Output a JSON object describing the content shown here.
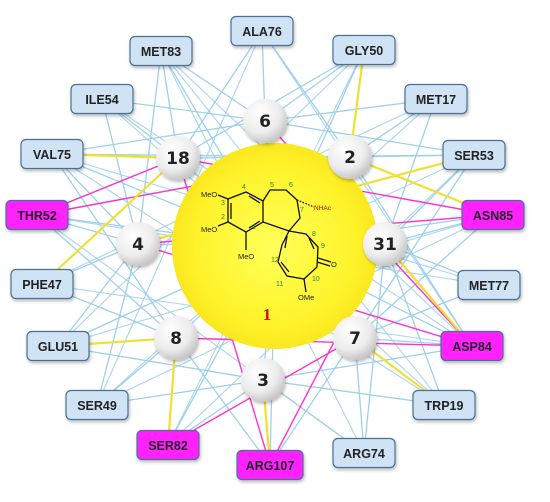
{
  "diagram": {
    "compound": {
      "label": "1",
      "atoms": {
        "methoxy": "MeO",
        "methoxy_right": "OMe",
        "carbonyl": "O",
        "amide": "NHAc"
      },
      "atom_numbers": [
        "1",
        "2",
        "3",
        "4",
        "5",
        "6",
        "7",
        "8",
        "9",
        "10",
        "11",
        "12"
      ]
    },
    "targets": [
      {
        "id": "t6",
        "label": "6"
      },
      {
        "id": "t2",
        "label": "2"
      },
      {
        "id": "t18",
        "label": "18"
      },
      {
        "id": "t4",
        "label": "4"
      },
      {
        "id": "t31",
        "label": "31"
      },
      {
        "id": "t8",
        "label": "8"
      },
      {
        "id": "t7",
        "label": "7"
      },
      {
        "id": "t3",
        "label": "3"
      }
    ],
    "residues": [
      {
        "id": "ala76",
        "label": "ALA76",
        "highlighted": false
      },
      {
        "id": "met83",
        "label": "MET83",
        "highlighted": false
      },
      {
        "id": "gly50",
        "label": "GLY50",
        "highlighted": false
      },
      {
        "id": "ile54",
        "label": "ILE54",
        "highlighted": false
      },
      {
        "id": "met17",
        "label": "MET17",
        "highlighted": false
      },
      {
        "id": "val75",
        "label": "VAL75",
        "highlighted": false
      },
      {
        "id": "ser53",
        "label": "SER53",
        "highlighted": false
      },
      {
        "id": "thr52",
        "label": "THR52",
        "highlighted": true
      },
      {
        "id": "asn85",
        "label": "ASN85",
        "highlighted": true
      },
      {
        "id": "phe47",
        "label": "PHE47",
        "highlighted": false
      },
      {
        "id": "met77",
        "label": "MET77",
        "highlighted": false
      },
      {
        "id": "glu51",
        "label": "GLU51",
        "highlighted": false
      },
      {
        "id": "asp84",
        "label": "ASP84",
        "highlighted": true
      },
      {
        "id": "ser49",
        "label": "SER49",
        "highlighted": false
      },
      {
        "id": "trp19",
        "label": "TRP19",
        "highlighted": false
      },
      {
        "id": "arg74",
        "label": "ARG74",
        "highlighted": false
      },
      {
        "id": "ser82",
        "label": "SER82",
        "highlighted": true
      },
      {
        "id": "arg107",
        "label": "ARG107",
        "highlighted": true
      }
    ],
    "compound_links": [
      [
        "c",
        "t6"
      ],
      [
        "c",
        "t2"
      ],
      [
        "c",
        "t18"
      ],
      [
        "c",
        "t4"
      ],
      [
        "c",
        "t31"
      ],
      [
        "c",
        "t8"
      ],
      [
        "c",
        "t7"
      ],
      [
        "c",
        "t3"
      ],
      [
        "c",
        "gly50"
      ],
      [
        "c",
        "met83"
      ],
      [
        "c",
        "asn85"
      ],
      [
        "c",
        "thr52"
      ],
      [
        "c",
        "asp84"
      ],
      [
        "c",
        "ser82"
      ],
      [
        "c",
        "arg107"
      ],
      [
        "c",
        "glu51"
      ],
      [
        "c",
        "val75"
      ]
    ],
    "target_links": [
      [
        "t6",
        "ala76"
      ],
      [
        "t6",
        "met83"
      ],
      [
        "t6",
        "gly50"
      ],
      [
        "t6",
        "ile54"
      ],
      [
        "t6",
        "ser53"
      ],
      [
        "t6",
        "val75"
      ],
      [
        "t6",
        "met17"
      ],
      [
        "t2",
        "ser53"
      ],
      [
        "t2",
        "gly50"
      ],
      [
        "t2",
        "met17"
      ],
      [
        "t2",
        "asn85"
      ],
      [
        "t2",
        "ala76"
      ],
      [
        "t2",
        "thr52"
      ],
      [
        "t2",
        "val75"
      ],
      [
        "t2",
        "asp84"
      ],
      [
        "t18",
        "ile54"
      ],
      [
        "t18",
        "val75"
      ],
      [
        "t18",
        "met83"
      ],
      [
        "t18",
        "thr52"
      ],
      [
        "t18",
        "ala76"
      ],
      [
        "t18",
        "phe47"
      ],
      [
        "t18",
        "ser53"
      ],
      [
        "t18",
        "gly50"
      ],
      [
        "t4",
        "thr52"
      ],
      [
        "t4",
        "phe47"
      ],
      [
        "t4",
        "glu51"
      ],
      [
        "t4",
        "val75"
      ],
      [
        "t4",
        "ser49"
      ],
      [
        "t4",
        "ile54"
      ],
      [
        "t4",
        "met83"
      ],
      [
        "t31",
        "asn85"
      ],
      [
        "t31",
        "met77"
      ],
      [
        "t31",
        "ser53"
      ],
      [
        "t31",
        "asp84"
      ],
      [
        "t31",
        "trp19"
      ],
      [
        "t31",
        "met17"
      ],
      [
        "t31",
        "arg74"
      ],
      [
        "t8",
        "glu51"
      ],
      [
        "t8",
        "ser49"
      ],
      [
        "t8",
        "phe47"
      ],
      [
        "t8",
        "ser82"
      ],
      [
        "t8",
        "arg107"
      ],
      [
        "t8",
        "thr52"
      ],
      [
        "t8",
        "val75"
      ],
      [
        "t7",
        "asp84"
      ],
      [
        "t7",
        "trp19"
      ],
      [
        "t7",
        "arg74"
      ],
      [
        "t7",
        "met77"
      ],
      [
        "t7",
        "asn85"
      ],
      [
        "t7",
        "arg107"
      ],
      [
        "t7",
        "ser53"
      ],
      [
        "t3",
        "ser82"
      ],
      [
        "t3",
        "arg107"
      ],
      [
        "t3",
        "arg74"
      ],
      [
        "t3",
        "ser49"
      ],
      [
        "t3",
        "glu51"
      ],
      [
        "t3",
        "trp19"
      ],
      [
        "t3",
        "asp84"
      ]
    ],
    "cross_links": [
      [
        "ala76",
        "ser49"
      ],
      [
        "met83",
        "arg74"
      ],
      [
        "gly50",
        "ser82"
      ],
      [
        "ile54",
        "trp19"
      ],
      [
        "val75",
        "met77"
      ],
      [
        "ser53",
        "glu51"
      ],
      [
        "met17",
        "phe47"
      ],
      [
        "phe47",
        "asp84"
      ],
      [
        "glu51",
        "asn85"
      ],
      [
        "met77",
        "thr52"
      ],
      [
        "ile54",
        "asp84"
      ],
      [
        "val75",
        "trp19"
      ],
      [
        "ala76",
        "asp84"
      ],
      [
        "met83",
        "asp84"
      ],
      [
        "gly50",
        "glu51"
      ],
      [
        "met17",
        "ser49"
      ],
      [
        "ser53",
        "ser82"
      ],
      [
        "thr52",
        "arg74"
      ],
      [
        "asn85",
        "ser49"
      ],
      [
        "met83",
        "trp19"
      ]
    ],
    "highlight_links": [
      [
        "thr52",
        "t2"
      ],
      [
        "thr52",
        "t18"
      ],
      [
        "asn85",
        "t18"
      ],
      [
        "asn85",
        "t4"
      ],
      [
        "asp84",
        "t8"
      ],
      [
        "asp84",
        "t4"
      ],
      [
        "ser82",
        "t7"
      ],
      [
        "arg107",
        "t31"
      ],
      [
        "arg107",
        "t18"
      ],
      [
        "asp84",
        "t6"
      ]
    ],
    "yellow_links": [
      [
        "gly50",
        "t2"
      ],
      [
        "ser53",
        "t4"
      ],
      [
        "asp84",
        "t31"
      ],
      [
        "glu51",
        "t8"
      ],
      [
        "arg107",
        "t3"
      ],
      [
        "trp19",
        "t7"
      ],
      [
        "val75",
        "t18"
      ],
      [
        "asn85",
        "t2"
      ],
      [
        "ser82",
        "t8"
      ],
      [
        "phe47",
        "t18"
      ]
    ],
    "colors": {
      "box_fill": "#cfe3f5",
      "box_border": "#4a6f95",
      "box_highlight": "#ff22ff",
      "edge_blue": "#9fd0ea",
      "edge_pink": "#ff33cc",
      "edge_yellow": "#f0e030",
      "compound_fill": "#fff32a",
      "compound_label": "#d01010",
      "target_fill": "#ececec",
      "structure": "#111111",
      "amide_text": "#c00000",
      "atom_number": "#2a8a2a"
    }
  }
}
